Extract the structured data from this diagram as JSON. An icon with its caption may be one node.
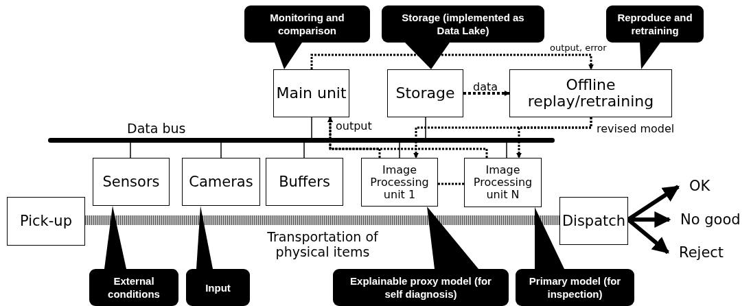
{
  "diagram": {
    "nodes": [
      {
        "text": [
          "Main unit"
        ]
      },
      {
        "text": [
          "Storage"
        ]
      },
      {
        "text": [
          "Offline replay/retraining"
        ]
      },
      {
        "text": [
          "Data bus"
        ]
      },
      {
        "text": [
          "Sensors"
        ]
      },
      {
        "text": [
          "Cameras"
        ]
      },
      {
        "text": [
          "Buffers"
        ]
      },
      {
        "text": [
          "Image Processing unit 1"
        ]
      },
      {
        "text": [
          "Image Processing unit N"
        ]
      },
      {
        "text": [
          "Pick-up"
        ]
      },
      {
        "text": [
          "Transportation of physical items"
        ]
      },
      {
        "text": [
          "Dispatch"
        ]
      },
      {
        "text": [
          "OK"
        ]
      },
      {
        "text": [
          "No good"
        ]
      },
      {
        "text": [
          "Reject"
        ]
      },
      {
        "text": [
          "Monitoring and comparison"
        ]
      },
      {
        "text": [
          "Storage (implemented as Data Lake)"
        ]
      },
      {
        "text": [
          "Reproduce and retraining"
        ]
      },
      {
        "text": [
          "External conditions"
        ]
      },
      {
        "text": [
          "Input"
        ]
      },
      {
        "text": [
          "Explainable proxy model (for self diagnosis)"
        ]
      },
      {
        "text": [
          "Primary model (for inspection)"
        ]
      }
    ],
    "edges": [
      {
        "from": 0,
        "to": 3,
        "arrow": "none"
      },
      {
        "from": 1,
        "to": 3,
        "arrow": "none"
      },
      {
        "from": 4,
        "to": 3,
        "arrow": "none"
      },
      {
        "from": 5,
        "to": 3,
        "arrow": "none"
      },
      {
        "from": 6,
        "to": 3,
        "arrow": "none"
      },
      {
        "from": 7,
        "to": 3,
        "arrow": "none"
      },
      {
        "from": 8,
        "to": 3,
        "arrow": "none"
      },
      {
        "from": 0,
        "to": 2,
        "arrow": "to",
        "style": "dashed",
        "label": "output, error"
      },
      {
        "from": 1,
        "to": 2,
        "arrow": "to",
        "style": "dashed",
        "label": "data"
      },
      {
        "from": 2,
        "to": 7,
        "arrow": "to",
        "style": "dashed",
        "label": "revised model"
      },
      {
        "from": 2,
        "to": 8,
        "arrow": "to",
        "style": "dashed"
      },
      {
        "from": 7,
        "to": 0,
        "arrow": "to",
        "style": "dashed",
        "label": "output"
      },
      {
        "from": 8,
        "to": 0,
        "arrow": "to",
        "style": "dashed"
      },
      {
        "from": 7,
        "to": 8,
        "arrow": "none",
        "style": "dashed"
      },
      {
        "from": 11,
        "to": 12,
        "arrow": "to",
        "style": "thick"
      },
      {
        "from": 11,
        "to": 13,
        "arrow": "to",
        "style": "thick"
      },
      {
        "from": 11,
        "to": 14,
        "arrow": "to",
        "style": "thick"
      },
      {
        "from": 15,
        "to": 0,
        "arrow": "to"
      },
      {
        "from": 16,
        "to": 1,
        "arrow": "to"
      },
      {
        "from": 17,
        "to": 2,
        "arrow": "to"
      },
      {
        "from": 18,
        "to": 4,
        "arrow": "to"
      },
      {
        "from": 19,
        "to": 5,
        "arrow": "to"
      },
      {
        "from": 20,
        "to": 7,
        "arrow": "to"
      },
      {
        "from": 21,
        "to": 8,
        "arrow": "to"
      }
    ]
  }
}
